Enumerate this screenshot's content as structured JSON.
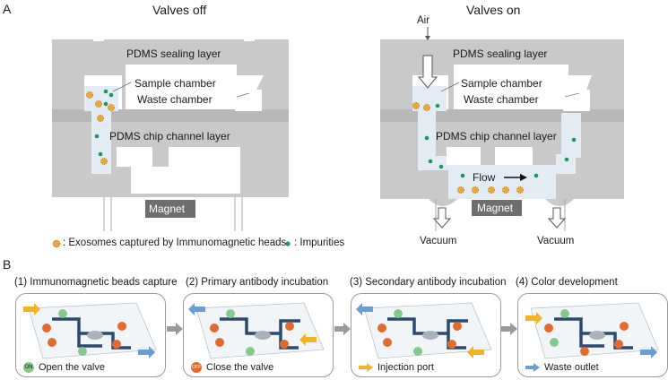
{
  "panel_a": {
    "letter": "A",
    "left": {
      "title": "Valves off",
      "sealing_layer": "PDMS sealing layer",
      "sample_chamber": "Sample chamber",
      "waste_chamber": "Waste chamber",
      "channel_layer": "PDMS chip channel layer",
      "magnet": "Magnet"
    },
    "right": {
      "title": "Valves on",
      "air": "Air",
      "sealing_layer": "PDMS sealing layer",
      "sample_chamber": "Sample chamber",
      "waste_chamber": "Waste chamber",
      "channel_layer": "PDMS chip channel layer",
      "flow": "Flow",
      "magnet": "Magnet",
      "vacuum_left": "Vacuum",
      "vacuum_right": "Vacuum"
    },
    "legend": {
      "exosomes": ": Exosomes captured by Immunomagnetic heads",
      "impurities": ": Impurities"
    }
  },
  "panel_b": {
    "letter": "B",
    "steps": [
      {
        "title": "(1) Immunomagnetic beads capture",
        "legend_badge": "ON",
        "legend_text": "Open the valve"
      },
      {
        "title": "(2) Primary antibody incubation",
        "legend_badge": "OFF",
        "legend_text": "Close the valve"
      },
      {
        "title": "(3) Secondary antibody incubation",
        "legend_badge": "",
        "legend_text": "Injection port"
      },
      {
        "title": "(4) Color development",
        "legend_badge": "",
        "legend_text": "Waste outlet"
      }
    ],
    "valve_on_label": "ON",
    "valve_off_label": "OFF"
  },
  "colors": {
    "chip_gray": "#c8c8c8",
    "chip_dark": "#b4b4b4",
    "liquid": "#dde9f4",
    "impurity": "#1a9a5a",
    "exosome": "#e8a83a",
    "magnet": "#6e6e6e",
    "valve_on": "#86c98c",
    "valve_off": "#e26a2c",
    "channel": "#2c4a6e",
    "injection_arrow": "#f0b429",
    "waste_arrow": "#6a9ed0"
  }
}
